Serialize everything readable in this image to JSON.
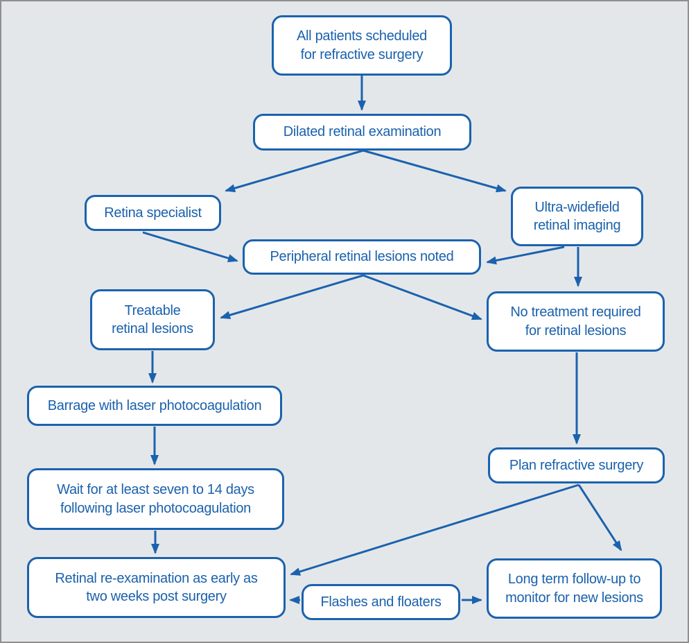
{
  "colors": {
    "accent_blue": "#1b62ae",
    "text_blue": "#1a61ac",
    "node_fill": "#ffffff",
    "background": "#e4e7ea",
    "frame_border": "#8e8f90"
  },
  "nodes": [
    {
      "id": "all-patients",
      "label": "All patients scheduled\nfor refractive surgery"
    },
    {
      "id": "dilated-examination",
      "label": "Dilated retinal examination"
    },
    {
      "id": "retina-specialist",
      "label": "Retina specialist"
    },
    {
      "id": "ultra-widefield-imaging",
      "label": "Ultra-widefield\nretinal imaging"
    },
    {
      "id": "peripheral-lesions-noted",
      "label": "Peripheral retinal lesions noted"
    },
    {
      "id": "treatable-lesions",
      "label": "Treatable\nretinal lesions"
    },
    {
      "id": "no-treatment-required",
      "label": "No treatment required\nfor retinal lesions"
    },
    {
      "id": "barrage-laser",
      "label": "Barrage with laser photocoagulation"
    },
    {
      "id": "wait-seven-to-14-days",
      "label": "Wait for at least seven to 14 days\nfollowing laser photocoagulation"
    },
    {
      "id": "retinal-reexamination",
      "label": "Retinal re-examination as early as\ntwo weeks post surgery"
    },
    {
      "id": "plan-refractive-surgery",
      "label": "Plan refractive surgery"
    },
    {
      "id": "flashes-and-floaters",
      "label": "Flashes and floaters"
    },
    {
      "id": "long-term-followup",
      "label": "Long term follow-up to\nmonitor for new lesions"
    }
  ],
  "edges": [
    {
      "from": "all-patients",
      "to": "dilated-examination"
    },
    {
      "from": "dilated-examination",
      "to": "retina-specialist"
    },
    {
      "from": "dilated-examination",
      "to": "ultra-widefield-imaging"
    },
    {
      "from": "retina-specialist",
      "to": "peripheral-lesions-noted"
    },
    {
      "from": "ultra-widefield-imaging",
      "to": "peripheral-lesions-noted"
    },
    {
      "from": "ultra-widefield-imaging",
      "to": "no-treatment-required"
    },
    {
      "from": "peripheral-lesions-noted",
      "to": "treatable-lesions"
    },
    {
      "from": "peripheral-lesions-noted",
      "to": "no-treatment-required"
    },
    {
      "from": "treatable-lesions",
      "to": "barrage-laser"
    },
    {
      "from": "barrage-laser",
      "to": "wait-seven-to-14-days"
    },
    {
      "from": "wait-seven-to-14-days",
      "to": "retinal-reexamination"
    },
    {
      "from": "no-treatment-required",
      "to": "plan-refractive-surgery"
    },
    {
      "from": "plan-refractive-surgery",
      "to": "retinal-reexamination"
    },
    {
      "from": "plan-refractive-surgery",
      "to": "long-term-followup"
    },
    {
      "from": "flashes-and-floaters",
      "to": "retinal-reexamination"
    },
    {
      "from": "flashes-and-floaters",
      "to": "long-term-followup"
    }
  ]
}
